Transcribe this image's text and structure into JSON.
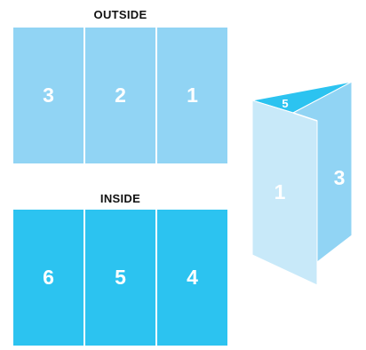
{
  "outside": {
    "label": "OUTSIDE",
    "panels": [
      "3",
      "2",
      "1"
    ],
    "color": "#91d4f4"
  },
  "inside": {
    "label": "INSIDE",
    "panels": [
      "6",
      "5",
      "4"
    ],
    "color": "#2cc3f0"
  },
  "folded": {
    "top_panel": "5",
    "front_panel": "1",
    "side_panel": "3",
    "colors": {
      "front": "#c8e9f9",
      "side": "#91d4f4",
      "top": "#2cc3f0"
    }
  }
}
